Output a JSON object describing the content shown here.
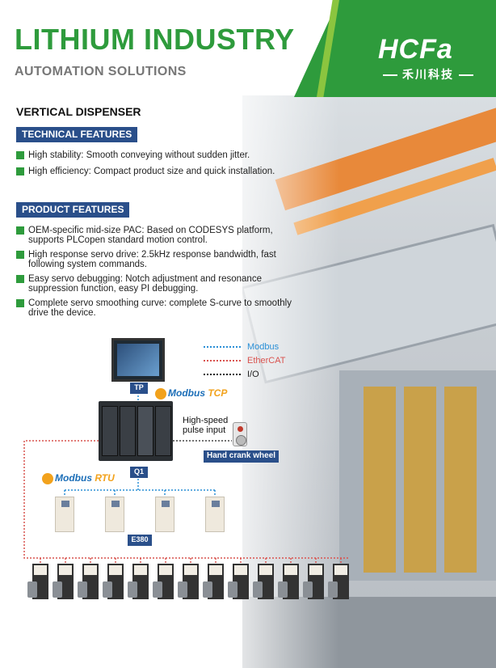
{
  "header": {
    "title": "LITHIUM INDUSTRY",
    "subtitle": "AUTOMATION SOLUTIONS",
    "logo_text": "HCFa",
    "logo_cn": "禾川科技"
  },
  "section_title": "VERTICAL DISPENSER",
  "technical": {
    "heading": "TECHNICAL FEATURES",
    "items": [
      "High stability: Smooth conveying without sudden jitter.",
      "High efficiency: Compact product size and quick installation."
    ]
  },
  "product": {
    "heading": "PRODUCT FEATURES",
    "items": [
      "OEM-specific mid-size PAC: Based on CODESYS platform, supports PLCopen standard motion control.",
      "High response servo drive: 2.5kHz response bandwidth, fast following system commands.",
      "Easy servo debugging: Notch adjustment and resonance suppression function, easy PI debugging.",
      "Complete servo smoothing curve: complete S-curve to smoothly drive the device."
    ]
  },
  "diagram": {
    "legend": [
      {
        "label": "Modbus",
        "color": "#2a8fd6"
      },
      {
        "label": "EtherCAT",
        "color": "#d9534f"
      },
      {
        "label": "I/O",
        "color": "#222222"
      }
    ],
    "tp_label": "TP",
    "q1_label": "Q1",
    "e380_label": "E380",
    "modbus_tcp": {
      "brand": "Modbus",
      "suffix": "TCP"
    },
    "modbus_rtu": {
      "brand": "Modbus",
      "suffix": "RTU"
    },
    "pulse_input": "High-speed pulse input",
    "hand_crank": "Hand crank wheel"
  },
  "colors": {
    "brand_green": "#2e9b3c",
    "accent_blue": "#2a4f8a"
  }
}
